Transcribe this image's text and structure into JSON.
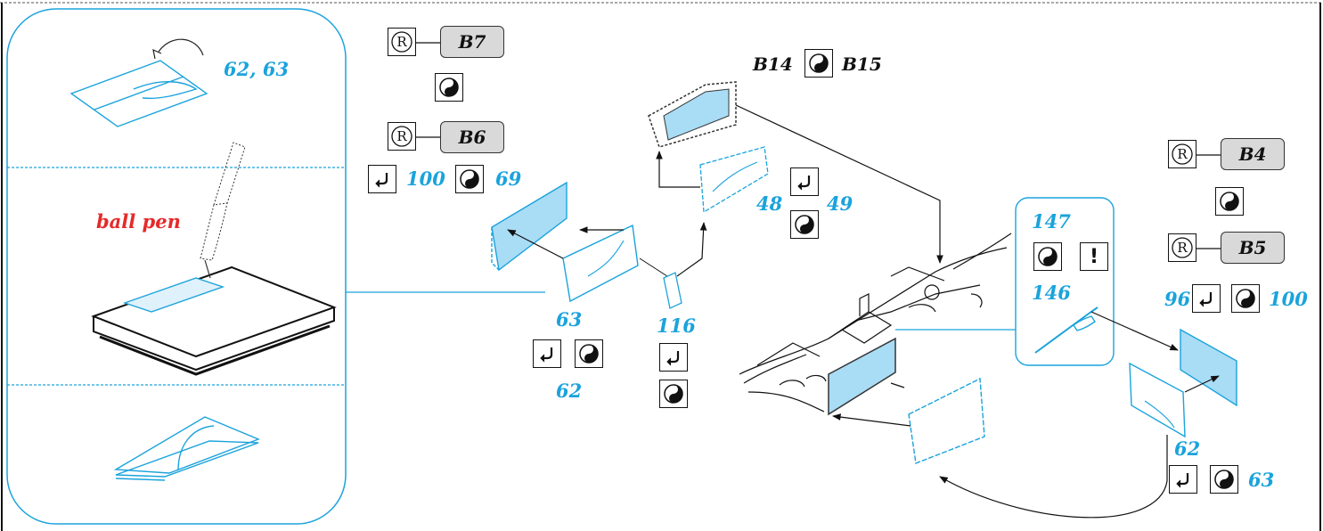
{
  "inset_panel": {
    "step1_parts": "62, 63",
    "step2_tool": "ball pen"
  },
  "left_column": {
    "row1_part": "B7",
    "row2_part": "B6",
    "row3_parts": [
      "100",
      "69"
    ]
  },
  "left_assembly": {
    "callout_top": "63",
    "callout_bottom": "62",
    "callout_116": "116"
  },
  "center_top": {
    "label_left": "B14",
    "label_right": "B15",
    "callout_48": "48",
    "callout_49": "49"
  },
  "wiper_callout": {
    "top": "147",
    "bottom": "146"
  },
  "right_column": {
    "row1_part": "B4",
    "row2_part": "B5",
    "row3_parts": [
      "96",
      "100"
    ]
  },
  "right_assembly": {
    "callout_top": "62",
    "callout_bottom": "63"
  },
  "icons": {
    "reference": "registered-circle-icon",
    "glue": "yin-yang-glue-icon",
    "bend": "bend-arrow-icon",
    "caution": "exclamation-icon"
  },
  "colors": {
    "part_number": "#1ba3dc",
    "clear_part_fill": "#a9dcf5",
    "warning_text": "#e52a2a",
    "pill_fill": "#d9d9d9"
  }
}
